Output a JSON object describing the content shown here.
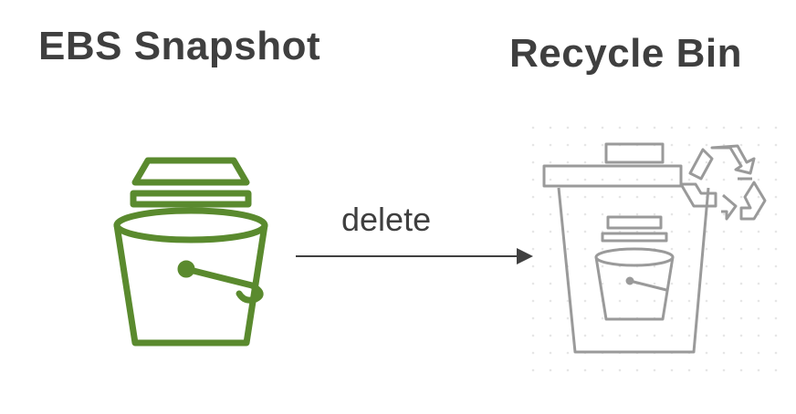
{
  "left": {
    "title": "EBS Snapshot",
    "icon": "bucket-icon",
    "color": "#5a8a2e"
  },
  "right": {
    "title": "Recycle Bin",
    "icon": "recycle-bin-icon",
    "color": "#9a9a9a"
  },
  "arrow": {
    "label": "delete",
    "color": "#404040"
  }
}
